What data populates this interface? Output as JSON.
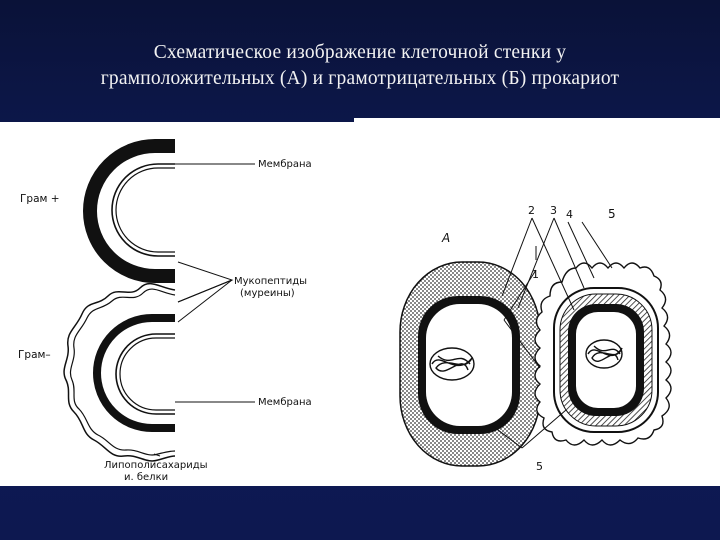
{
  "slide": {
    "title_line1": "Схематическое изображение клеточной стенки у",
    "title_line2": "грамположительных (А) и грамотрицательных (Б) прокариот"
  },
  "left_figure": {
    "gram_pos_label": "Грам +",
    "gram_neg_label": "Грам–",
    "membrane_label_top": "Мембрана",
    "mucopeptides_label_1": "Мукопептиды",
    "mucopeptides_label_2": "(муреины)",
    "membrane_label_bottom": "Мембрана",
    "lps_label_1": "Липополисахариды",
    "lps_label_2": "и. белки"
  },
  "right_figure": {
    "label_a": "А",
    "num_1": "1",
    "num_2": "2",
    "num_3": "3",
    "num_4": "4",
    "num_5_top": "5",
    "num_5_bottom": "5"
  },
  "colors": {
    "background": "#0d1850",
    "text": "#f2f2f2",
    "ink": "#111111"
  }
}
